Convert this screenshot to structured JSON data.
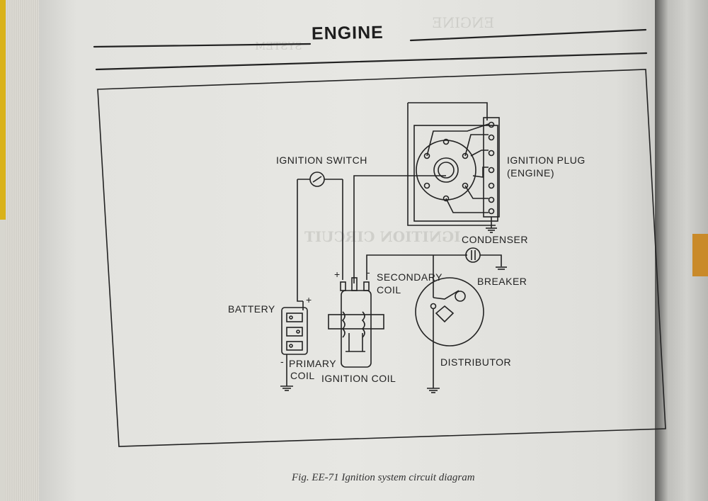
{
  "header": {
    "title": "ENGINE"
  },
  "diagram": {
    "labels": {
      "ignition_switch": "IGNITION SWITCH",
      "ignition_plug_line1": "IGNITION PLUG",
      "ignition_plug_line2": "(ENGINE)",
      "condenser": "CONDENSER",
      "breaker": "BREAKER",
      "secondary_coil_line1": "SECONDARY",
      "secondary_coil_line2": "COIL",
      "battery": "BATTERY",
      "primary_coil_line1": "PRIMARY",
      "primary_coil_line2": "COIL",
      "ignition_coil": "IGNITION COIL",
      "distributor": "DISTRIBUTOR",
      "plus": "+",
      "minus": "-"
    }
  },
  "caption": "Fig. EE-71  Ignition system circuit diagram",
  "background": {
    "ghost_text_1": "ENGINE",
    "ghost_text_2": "SYSTEM",
    "ghost_text_3": "IGNITION CIRCUIT"
  },
  "colors": {
    "ink": "#222222",
    "paper": "#e5e5e1"
  }
}
